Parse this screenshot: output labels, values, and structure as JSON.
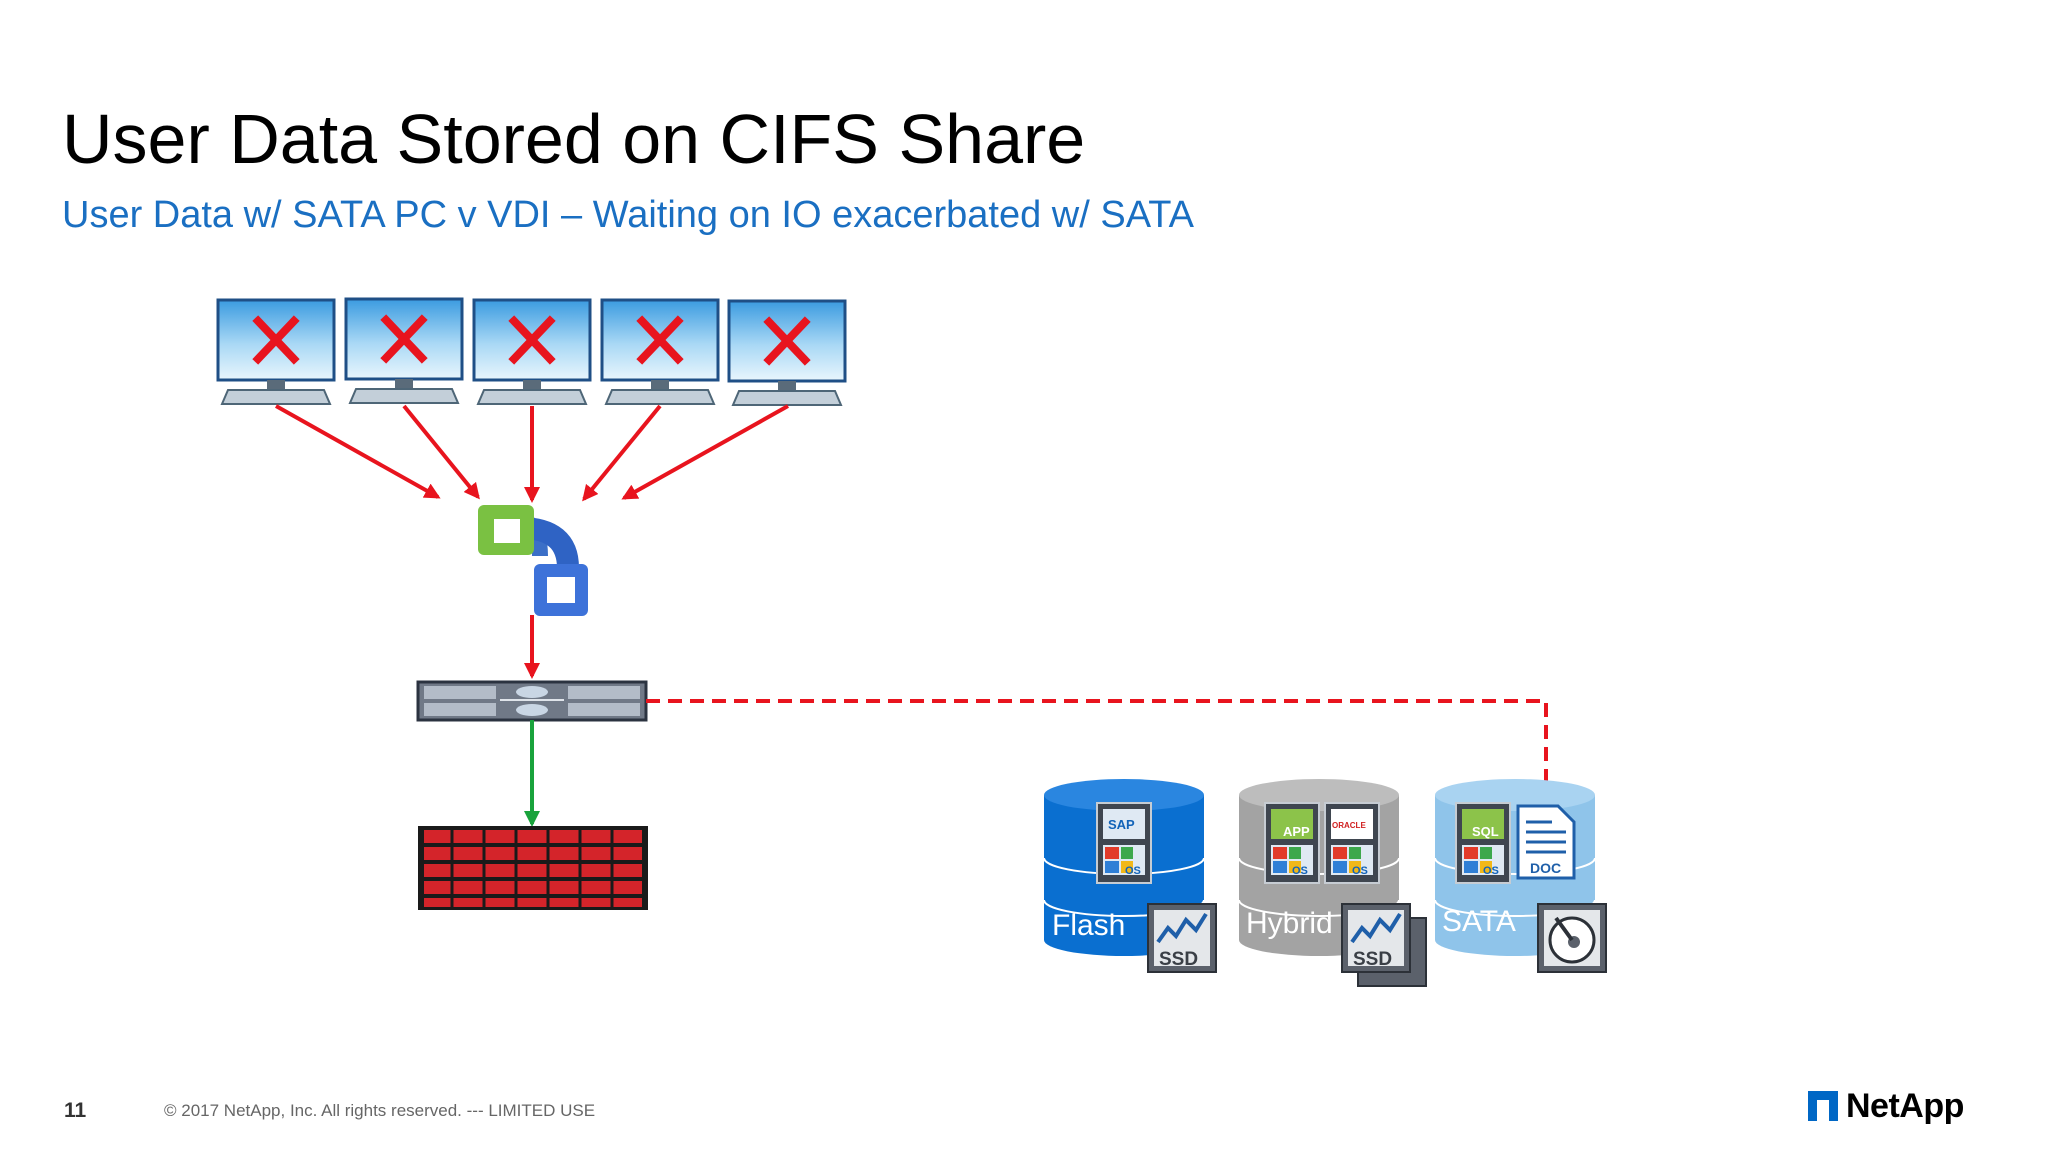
{
  "slide": {
    "title": "User Data Stored on CIFS Share",
    "subtitle": "User Data w/ SATA PC v VDI – Waiting on IO exacerbated w/ SATA",
    "page_number": "11",
    "copyright": "© 2017 NetApp, Inc. All rights reserved.   ---  LIMITED USE",
    "brand": "NetApp"
  },
  "diagram": {
    "desktops_count": 5,
    "storage_tiers": [
      {
        "label": "Flash",
        "color": "#0a6fd0",
        "apps": [
          "SAP",
          "OS"
        ],
        "media": "SSD"
      },
      {
        "label": "Hybrid",
        "color": "#a3a3a3",
        "apps": [
          "APP",
          "ORACLE",
          "OS",
          "OS"
        ],
        "media": "SSD"
      },
      {
        "label": "SATA",
        "color": "#8fc4ea",
        "apps": [
          "SQL",
          "OS",
          "DOC"
        ],
        "media": "HDD"
      }
    ],
    "colors": {
      "io_arrow": "#e8141e",
      "storage_arrow": "#19a33c",
      "monitor_screen": "#9fd2f3",
      "error_mark": "#e8141e"
    }
  }
}
